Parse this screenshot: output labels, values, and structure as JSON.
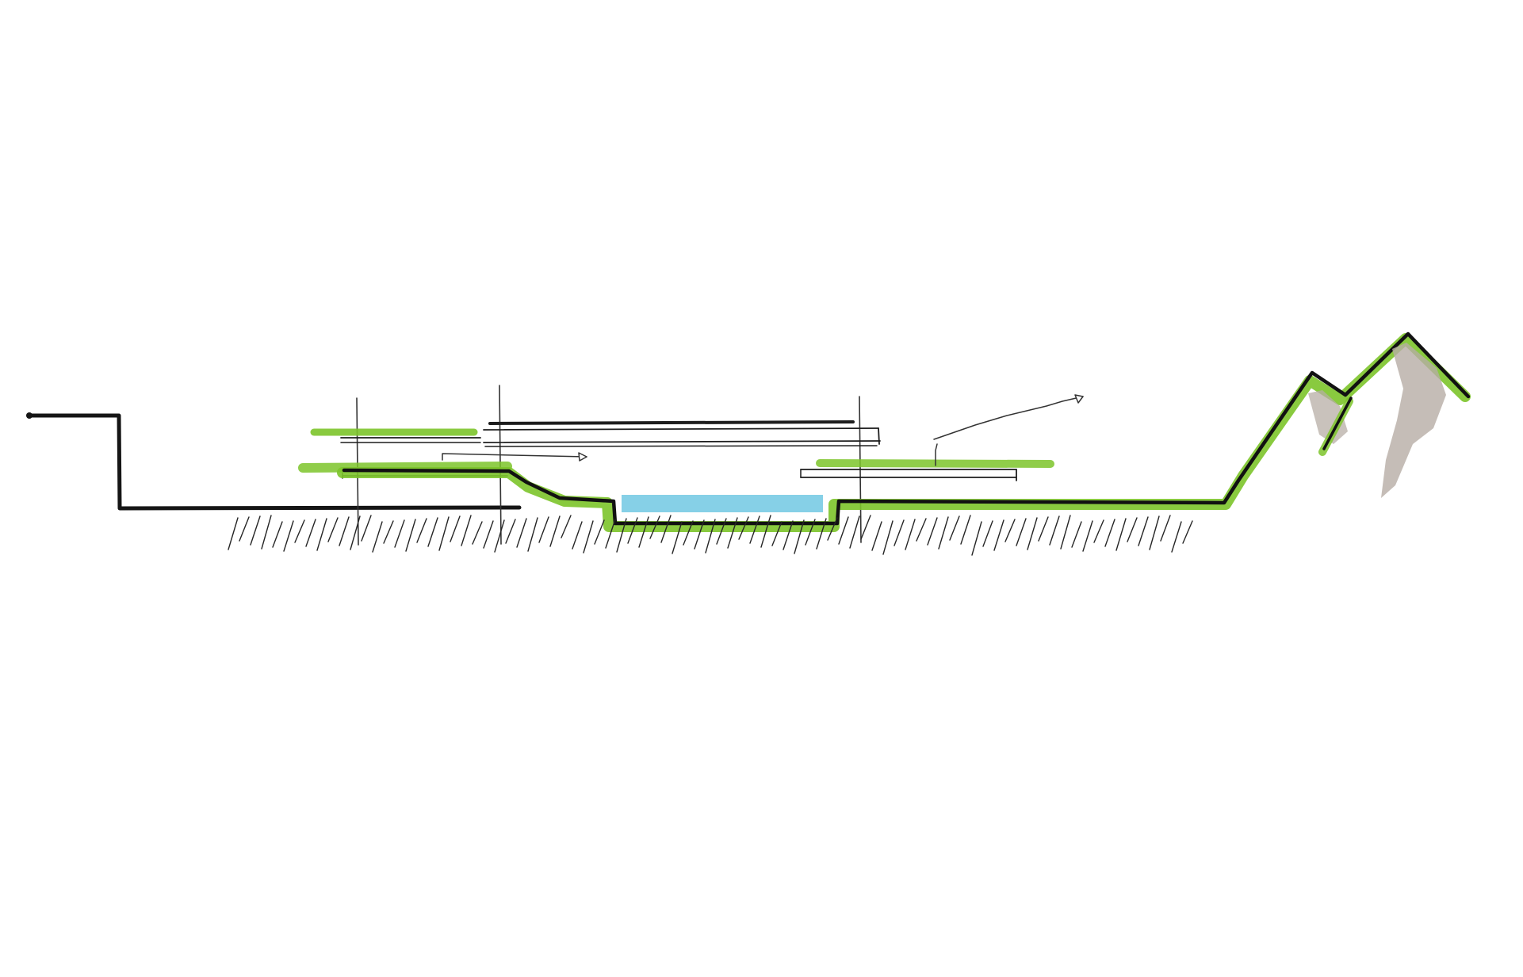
{
  "diagram": {
    "kind": "hand-drawn site section sketch",
    "colors": {
      "ink": "#1a1a1a",
      "green": "#7cc42a",
      "water": "#7fcde6",
      "rock": "#b7ada5",
      "background": "#ffffff"
    },
    "elements": [
      "existing-building-profile",
      "ground-line",
      "ground-hatching",
      "green-roof-terraces",
      "stepped-terrain",
      "water-pool",
      "floating-roof-slabs",
      "view-arrows",
      "mountain-peaks"
    ]
  }
}
